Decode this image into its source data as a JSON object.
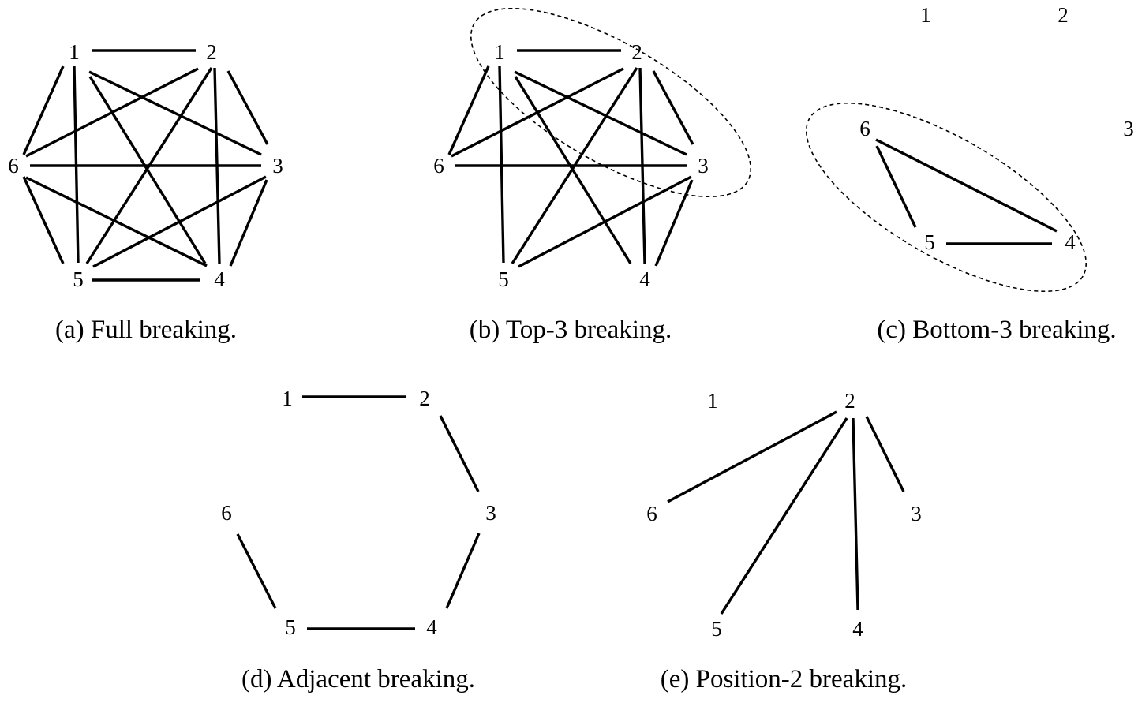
{
  "panels": [
    {
      "id": "a",
      "caption": "(a) Full breaking.",
      "node_labels": [
        "1",
        "2",
        "3",
        "4",
        "5",
        "6"
      ],
      "edges": [
        [
          1,
          2
        ],
        [
          1,
          3
        ],
        [
          1,
          4
        ],
        [
          1,
          5
        ],
        [
          1,
          6
        ],
        [
          2,
          3
        ],
        [
          2,
          4
        ],
        [
          2,
          5
        ],
        [
          2,
          6
        ],
        [
          3,
          4
        ],
        [
          3,
          5
        ],
        [
          3,
          6
        ],
        [
          4,
          5
        ],
        [
          4,
          6
        ],
        [
          5,
          6
        ]
      ],
      "highlighted_group": []
    },
    {
      "id": "b",
      "caption": "(b) Top-3 breaking.",
      "node_labels": [
        "1",
        "2",
        "3",
        "4",
        "5",
        "6"
      ],
      "edges": [
        [
          1,
          2
        ],
        [
          1,
          3
        ],
        [
          1,
          4
        ],
        [
          1,
          5
        ],
        [
          1,
          6
        ],
        [
          2,
          3
        ],
        [
          2,
          4
        ],
        [
          2,
          5
        ],
        [
          2,
          6
        ],
        [
          3,
          4
        ],
        [
          3,
          5
        ],
        [
          3,
          6
        ]
      ],
      "highlighted_group": [
        1,
        2,
        3
      ]
    },
    {
      "id": "c",
      "caption": "(c) Bottom-3 breaking.",
      "node_labels": [
        "1",
        "2",
        "3",
        "4",
        "5",
        "6"
      ],
      "edges": [
        [
          4,
          5
        ],
        [
          4,
          6
        ],
        [
          5,
          6
        ]
      ],
      "highlighted_group": [
        4,
        5,
        6
      ]
    },
    {
      "id": "d",
      "caption": "(d) Adjacent breaking.",
      "node_labels": [
        "1",
        "2",
        "3",
        "4",
        "5",
        "6"
      ],
      "edges": [
        [
          1,
          2
        ],
        [
          2,
          3
        ],
        [
          3,
          4
        ],
        [
          4,
          5
        ],
        [
          5,
          6
        ]
      ],
      "highlighted_group": []
    },
    {
      "id": "e",
      "caption": "(e) Position-2 breaking.",
      "node_labels": [
        "1",
        "2",
        "3",
        "4",
        "5",
        "6"
      ],
      "edges": [
        [
          2,
          3
        ],
        [
          2,
          4
        ],
        [
          2,
          5
        ],
        [
          2,
          6
        ]
      ],
      "highlighted_group": []
    }
  ]
}
